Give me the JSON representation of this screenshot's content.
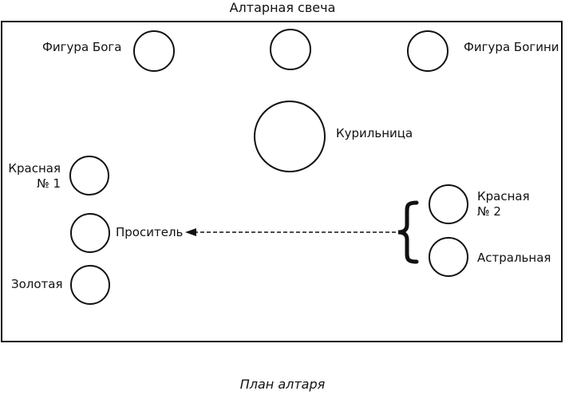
{
  "diagram": {
    "title": "Алтарная свеча",
    "caption": "План алтаря",
    "labels": {
      "god_figure": "Фигура Бога",
      "goddess_figure": "Фигура Богини",
      "censer": "Курильница",
      "red_1_line1": "Красная",
      "red_1_line2": "№ 1",
      "petitioner": "Проситель",
      "golden": "Золотая",
      "red_2_line1": "Красная",
      "red_2_line2": "№ 2",
      "astral": "Астральная"
    }
  }
}
